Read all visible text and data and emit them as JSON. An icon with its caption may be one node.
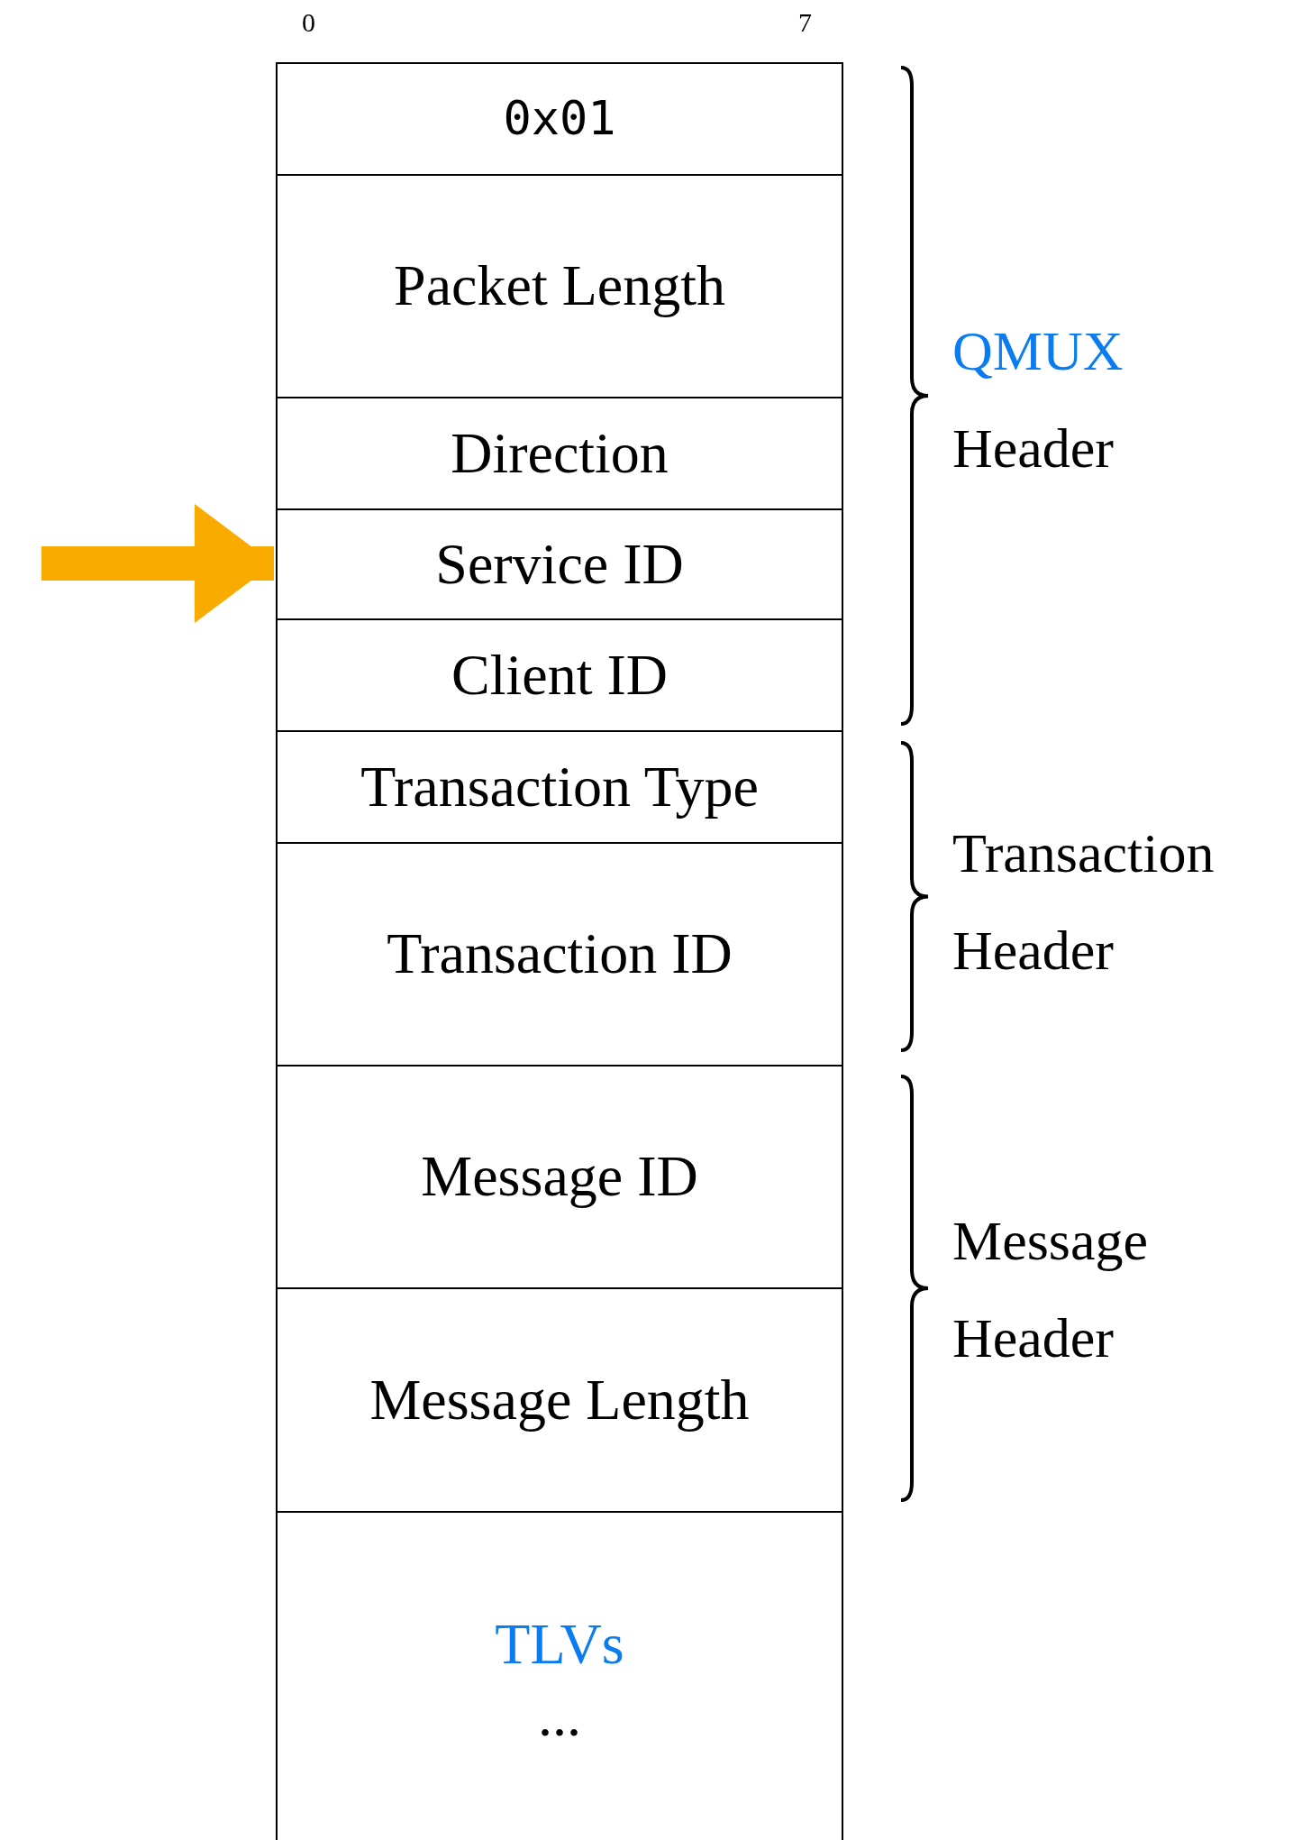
{
  "diagram": {
    "nodes": [
      {
        "text": [
          "0x01"
        ]
      },
      {
        "text": [
          "Packet Length"
        ]
      },
      {
        "text": [
          "Direction"
        ]
      },
      {
        "text": [
          "Service ID"
        ]
      },
      {
        "text": [
          "Client ID"
        ]
      },
      {
        "text": [
          "Transaction Type"
        ]
      },
      {
        "text": [
          "Transaction ID"
        ]
      },
      {
        "text": [
          "Message ID"
        ]
      },
      {
        "text": [
          "Message Length"
        ]
      },
      {
        "text": [
          "TLVs",
          "..."
        ]
      }
    ],
    "edges": [
      {
        "from": null,
        "to": 3,
        "arrow": "to",
        "color": "#f9ab00"
      }
    ],
    "labels": [
      "0",
      "7",
      "QMUX Header",
      "Transaction Header",
      "Message Header"
    ]
  }
}
